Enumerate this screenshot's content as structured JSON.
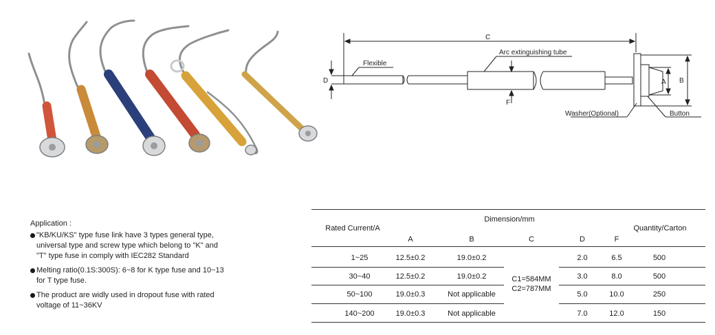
{
  "photo": {
    "fuse_colors": [
      "#d0553a",
      "#c98a3a",
      "#2b3f7a",
      "#c34a33",
      "#d7a23a",
      "#cfa34a"
    ]
  },
  "diagram": {
    "labels": {
      "c": "C",
      "arc_tube": "Arc extinguishing tube",
      "flexible": "Flexible",
      "d": "D",
      "f": "F",
      "a": "A",
      "b": "B",
      "washer": "Washer(Optional)",
      "button": "Button"
    }
  },
  "application": {
    "title": "Application :",
    "bullets": [
      "\"KB/KU/KS\" type fuse link have 3 types general type,\nuniversal type and screw type which belong to \"K\" and\n\"T\" type fuse in comply with IEC282 Standard",
      "Melting ratio(0.1S:300S): 6~8 for K type fuse and 10~13\nfor T type fuse.",
      "The product are widly used in dropout fuse with rated\nvoltage of 11~36KV"
    ]
  },
  "table": {
    "rated_current_header": "Rated Current/A",
    "dimension_header": "Dimension/mm",
    "quantity_header": "Quantity/Carton",
    "sub_headers": {
      "a": "A",
      "b": "B",
      "c": "C",
      "d": "D",
      "f": "F"
    },
    "c_values": [
      "C1=584MM",
      "C2=787MM"
    ],
    "rows": [
      {
        "current": "1~25",
        "a": "12.5±0.2",
        "b": "19.0±0.2",
        "d": "2.0",
        "f": "6.5",
        "qty": "500"
      },
      {
        "current": "30~40",
        "a": "12.5±0.2",
        "b": "19.0±0.2",
        "d": "3.0",
        "f": "8.0",
        "qty": "500"
      },
      {
        "current": "50~100",
        "a": "19.0±0.3",
        "b": "Not applicable",
        "d": "5.0",
        "f": "10.0",
        "qty": "250"
      },
      {
        "current": "140~200",
        "a": "19.0±0.3",
        "b": "Not applicable",
        "d": "7.0",
        "f": "12.0",
        "qty": "150"
      }
    ]
  }
}
